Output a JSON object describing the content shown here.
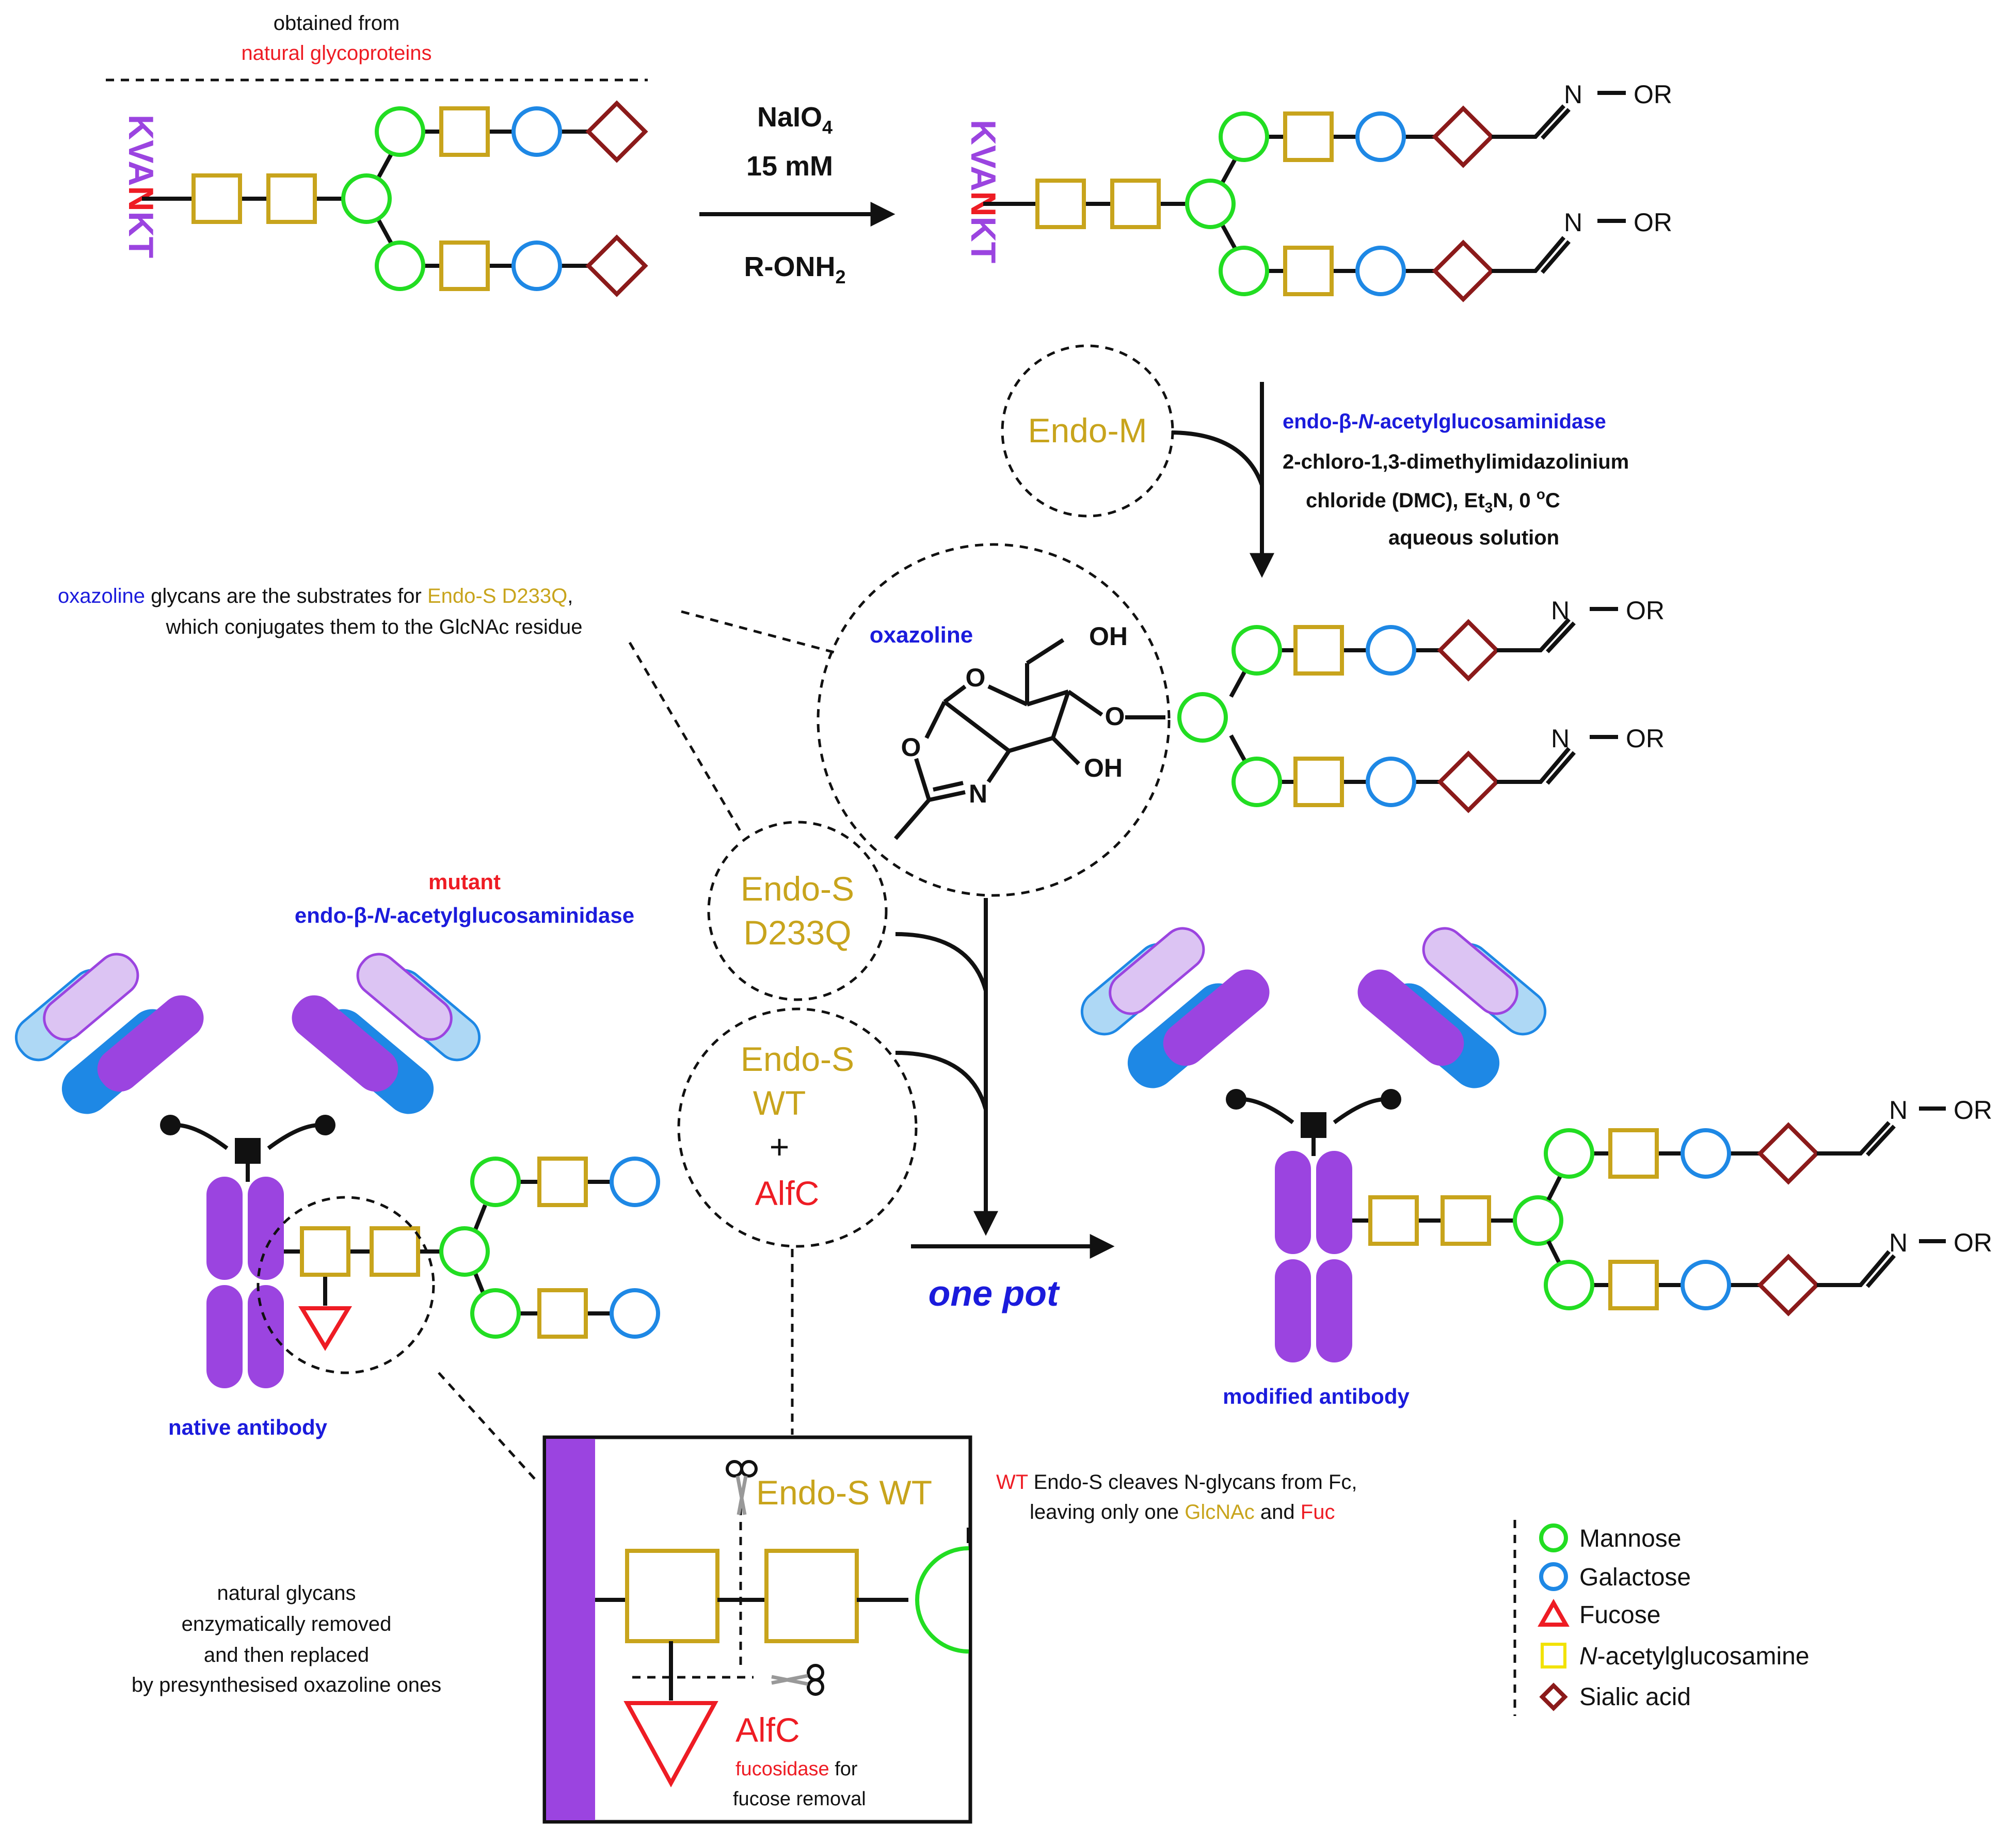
{
  "colors": {
    "mannose": "#22dd22",
    "galactose": "#1e88e5",
    "glcnac": "#c8a41c",
    "sialic": "#8b1a1a",
    "fucose": "#ee1c24",
    "peptide": "#9b44e0",
    "blue_text": "#1b1bdc",
    "red_text": "#ee1c24"
  },
  "top": {
    "source_line1": "obtained from",
    "source_line2": "natural glycoproteins",
    "peptide_k1": "K",
    "peptide_v": "V",
    "peptide_a": "A",
    "peptide_n": "N",
    "peptide_k2": "K",
    "peptide_t": "T",
    "reagent1": "NaIO",
    "reagent1_sub": "4",
    "reagent2": "15 mM",
    "reagent3": "R-ONH",
    "reagent3_sub": "2"
  },
  "oxime": {
    "n": "N",
    "or": "OR"
  },
  "step2": {
    "enzyme_circle": "Endo-M",
    "enzyme_name_pre": "endo-β-",
    "enzyme_name_n": "N",
    "enzyme_name_post": "-acetylglucosaminidase",
    "cond1": "2-chloro-1,3-dimethylimidazolinium",
    "cond2_a": "chloride (DMC), Et",
    "cond2_sub": "3",
    "cond2_b": "N, 0 ",
    "cond2_sup": "o",
    "cond2_c": "C",
    "cond3": "aqueous solution"
  },
  "note_oxazoline": {
    "w1": "oxazoline",
    "w2": " glycans are the substrates for ",
    "w3": "Endo-S D233Q",
    "w4": ",",
    "line2": "which conjugates them to the GlcNAc residue"
  },
  "oxazoline": {
    "label": "oxazoline",
    "oh1": "OH",
    "oh2": "OH",
    "o_ring": "O",
    "o_link": "O",
    "o_ox": "O",
    "n": "N"
  },
  "mutant": {
    "line1": "mutant",
    "line2_pre": "endo-β-",
    "line2_n": "N",
    "line2_post": "-acetylglucosaminidase",
    "circle_l1": "Endo-S",
    "circle_l2": "D233Q"
  },
  "wt": {
    "circle_l1": "Endo-S",
    "circle_l2": "WT",
    "circle_l3": "+",
    "circle_l4": "AlfC"
  },
  "one_pot": "one pot",
  "native_label": "native antibody",
  "modified_label": "modified antibody",
  "left_note": [
    "natural glycans",
    "enzymatically removed",
    "and then replaced",
    "by presynthesised oxazoline ones"
  ],
  "inset": {
    "endo_s_wt": "Endo-S WT",
    "alfc": "AlfC",
    "fuc_w1": "fucosidase",
    "fuc_w2": " for",
    "fuc_line2": "fucose removal"
  },
  "wt_note": {
    "w1": "WT",
    "w2": " Endo-S cleaves N-glycans from Fc,",
    "l2a": "leaving only one ",
    "l2b": "GlcNAc",
    "l2c": " and ",
    "l2d": "Fuc"
  },
  "legend": {
    "items": [
      "Mannose",
      "Galactose",
      "Fucose",
      "N-acetylglucosamine",
      "Sialic acid"
    ],
    "glcnac_italic": "N",
    "glcnac_rest": "-acetylglucosamine"
  }
}
